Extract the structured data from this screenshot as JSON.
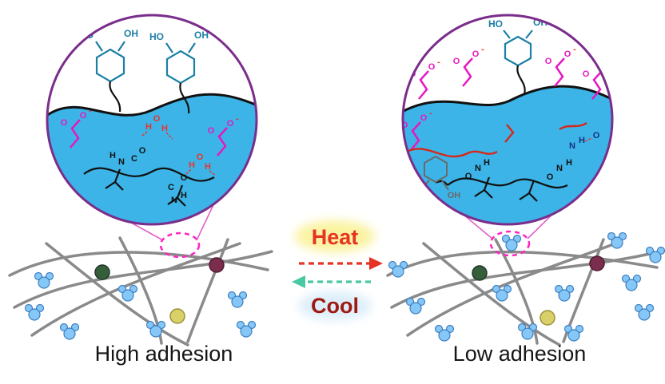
{
  "panels": {
    "left": {
      "caption": "High adhesion"
    },
    "right": {
      "caption": "Low adhesion"
    }
  },
  "center": {
    "heat": "Heat",
    "cool": "Cool"
  },
  "labels": {
    "ho": "HO",
    "oh": "OH",
    "o": "O",
    "n": "N",
    "h": "H",
    "c": "C",
    "minus": "-"
  },
  "colors": {
    "water": "#3cb4e7",
    "magnifier_border": "#7b2d8b",
    "catechol_teal": "#1b7fa6",
    "catechol_gray": "#6a6a6a",
    "carboxylate_magenta": "#e717c1",
    "hydrogen_bond_red": "#e8342a",
    "red_chain": "#d6281a",
    "blue_label": "#15317e",
    "polymer_black": "#111111",
    "mesh_gray": "#8a8a8a",
    "node_green": "#355e3b",
    "node_maroon": "#7b2d4e",
    "node_yellow": "#d9d069",
    "water_molecule_blue": "#85c8f7",
    "heat_text": "#e63323",
    "heat_glow": "#faf3a0",
    "cool_text": "#9e1a10",
    "cool_arrow": "#49c8a4",
    "cool_glow": "#ddeefa",
    "dashed_zoom_circle": "#ff25c2"
  }
}
